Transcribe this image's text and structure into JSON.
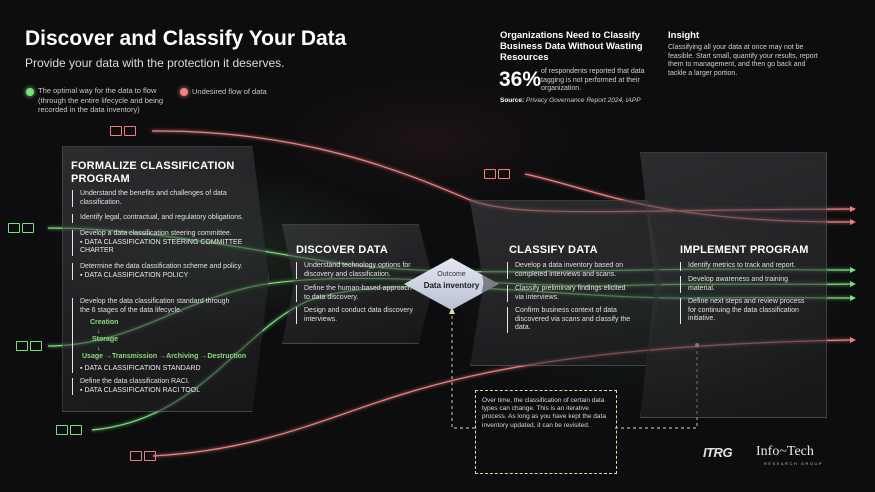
{
  "header": {
    "title": "Discover and Classify Your Data",
    "subtitle": "Provide your data with the protection it deserves."
  },
  "legend": {
    "optimal": "The optimal way for the data to flow (through the entire lifecycle and being recorded in the data inventory)",
    "undesired": "Undesired flow of data",
    "optimal_color": "#7be07b",
    "undesired_color": "#f08080"
  },
  "stat": {
    "heading": "Organizations Need to Classify Business Data Without Wasting Resources",
    "value": "36%",
    "description": "of respondents reported that data tagging is not performed at their organization.",
    "source_label": "Source:",
    "source": "Privacy Governance Report 2024, IAPP"
  },
  "insight": {
    "heading": "Insight",
    "text": "Classifying all your data at once may not be feasible. Start small, quantify your results, report them to management, and then go back and tackle a larger portion."
  },
  "formalize": {
    "title": "FORMALIZE CLASSIFICATION PROGRAM",
    "item1": "Understand the benefits and challenges of data classification.",
    "item2": "Identify legal, contractual, and regulatory obligations.",
    "item3": "Develop a data classification steering committee.",
    "item3_tool": "DATA CLASSIFICATION STEERING COMMITTEE CHARTER",
    "item4": "Determine the data classification scheme and policy.",
    "item4_tool": "DATA CLASSIFICATION POLICY",
    "item5": "Develop the data classification standard through the 6 stages of the data lifecycle.",
    "lifecycle": {
      "creation": "Creation",
      "storage": "Storage",
      "usage": "Usage",
      "transmission": "Transmission",
      "archiving": "Archiving",
      "destruction": "Destruction"
    },
    "item5_tool": "DATA CLASSIFICATION STANDARD",
    "item6": "Define the data classification RACI.",
    "item6_tool": "DATA CLASSIFICATION RACI TOOL"
  },
  "discover": {
    "title": "DISCOVER DATA",
    "item1": "Understand technology options for discovery and classification.",
    "item2": "Define the human-based approach to data discovery.",
    "item3": "Design and conduct data discovery interviews."
  },
  "outcome": {
    "label": "Outcome",
    "value": "Data inventory"
  },
  "classify": {
    "title": "CLASSIFY DATA",
    "item1": "Develop a data inventory based on completed interviews and scans.",
    "item2": "Classify preliminary findings elicited via interviews.",
    "item3": "Confirm business context of data discovered via scans and classify the data."
  },
  "implement": {
    "title": "IMPLEMENT PROGRAM",
    "item1": "Identify metrics to track and report.",
    "item2": "Develop awareness and training material.",
    "item3": "Define next steps and review process for continuing the data classification initiative."
  },
  "note": "Over time, the classification of certain data types can change. This is an iterative process. As long as you have kept the data inventory updated, it can be revisited.",
  "logos": {
    "itrg": "ITRG",
    "infotech": "Info~Tech",
    "infotech_sub": "RESEARCH GROUP"
  },
  "colors": {
    "green": "#7be07b",
    "red": "#f08080",
    "accent_gold": "#e8d9a0"
  }
}
